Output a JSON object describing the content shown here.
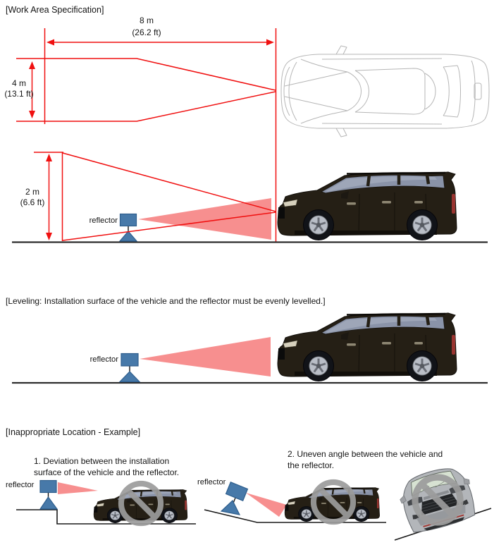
{
  "colors": {
    "red_line": "#f01010",
    "beam_pink": "#f78f8f",
    "reflector_blue": "#4779a9",
    "reflector_border": "#2e5e8d",
    "ground_dark": "#2d2d2d",
    "prohibition_gray": "#9c9c9c",
    "wireframe_gray": "#b6b6b6"
  },
  "work_area": {
    "title": "[Work Area Specification]",
    "length_m": "8 m",
    "length_ft": "(26.2 ft)",
    "width_m": "4 m",
    "width_ft": "(13.1 ft)",
    "height_m": "2 m",
    "height_ft": "(6.6 ft)",
    "reflector_label": "reflector"
  },
  "leveling": {
    "title": "[Leveling: Installation surface of the vehicle and the reflector must be evenly levelled.]",
    "reflector_label": "reflector"
  },
  "inappropriate": {
    "title": "[Inappropriate Location - Example]",
    "example1": {
      "caption_line1": "1. Deviation between the installation",
      "caption_line2": "surface of the vehicle and the reflector.",
      "reflector_label": "reflector"
    },
    "example2": {
      "caption_line1": "2. Uneven angle between the vehicle and",
      "caption_line2": "the reflector.",
      "reflector_label": "reflector"
    }
  }
}
